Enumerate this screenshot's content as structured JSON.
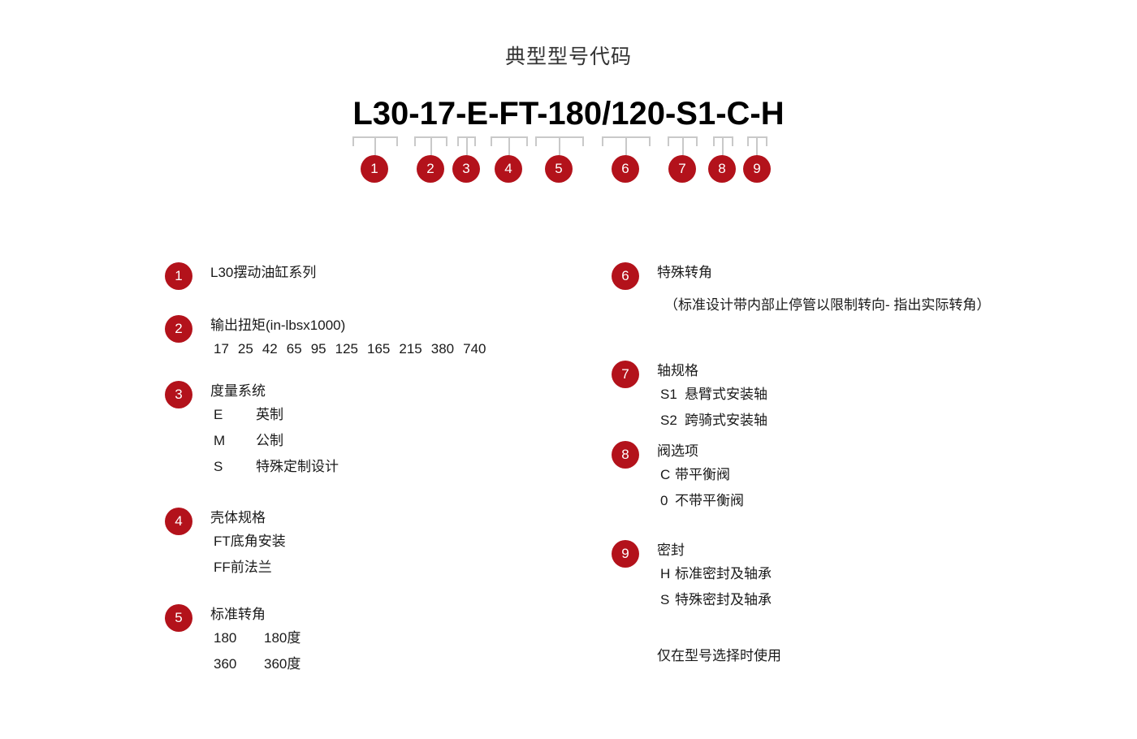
{
  "header": {
    "title": "典型型号代码",
    "model_code": "L30-17-E-FT-180/120-S1-C-H"
  },
  "accent_color": "#b3121b",
  "bracket_color": "#c9c9c9",
  "callout_markers": [
    {
      "number": "1"
    },
    {
      "number": "2"
    },
    {
      "number": "3"
    },
    {
      "number": "4"
    },
    {
      "number": "5"
    },
    {
      "number": "6"
    },
    {
      "number": "7"
    },
    {
      "number": "8"
    },
    {
      "number": "9"
    }
  ],
  "legend": {
    "left": [
      {
        "number": "1",
        "title": "L30摆动油缸系列",
        "values": [],
        "sub": []
      },
      {
        "number": "2",
        "title": "输出扭矩(in-lbsx1000)",
        "values": [
          "17",
          "25",
          "42",
          "65",
          "95",
          "125",
          "165",
          "215",
          "380",
          "740"
        ],
        "sub": []
      },
      {
        "number": "3",
        "title": "度量系统",
        "values": [],
        "sub": [
          {
            "code": "E",
            "desc": "英制"
          },
          {
            "code": "M",
            "desc": "公制"
          },
          {
            "code": "S",
            "desc": "特殊定制设计"
          }
        ]
      },
      {
        "number": "4",
        "title": "壳体规格",
        "values": [],
        "sub": [
          {
            "code": "FT",
            "desc": "底角安装"
          },
          {
            "code": "FF",
            "desc": "前法兰"
          }
        ]
      },
      {
        "number": "5",
        "title": "标准转角",
        "values": [],
        "sub": [
          {
            "code": "180",
            "desc": "180度"
          },
          {
            "code": "360",
            "desc": "360度"
          }
        ]
      }
    ],
    "right": [
      {
        "number": "6",
        "title": "特殊转角",
        "note": "（标准设计带内部止停管以限制转向- 指出实际转角）",
        "sub": []
      },
      {
        "number": "7",
        "title": "轴规格",
        "sub": [
          {
            "code": "S1",
            "desc": "悬臂式安装轴"
          },
          {
            "code": "S2",
            "desc": "跨骑式安装轴"
          }
        ]
      },
      {
        "number": "8",
        "title": "阀选项",
        "sub": [
          {
            "code": "C",
            "desc": "带平衡阀"
          },
          {
            "code": "0",
            "desc": "不带平衡阀"
          }
        ]
      },
      {
        "number": "9",
        "title": "密封",
        "sub": [
          {
            "code": "H",
            "desc": "标准密封及轴承"
          },
          {
            "code": "S",
            "desc": "特殊密封及轴承"
          }
        ]
      }
    ],
    "footnote": "仅在型号选择时使用"
  }
}
